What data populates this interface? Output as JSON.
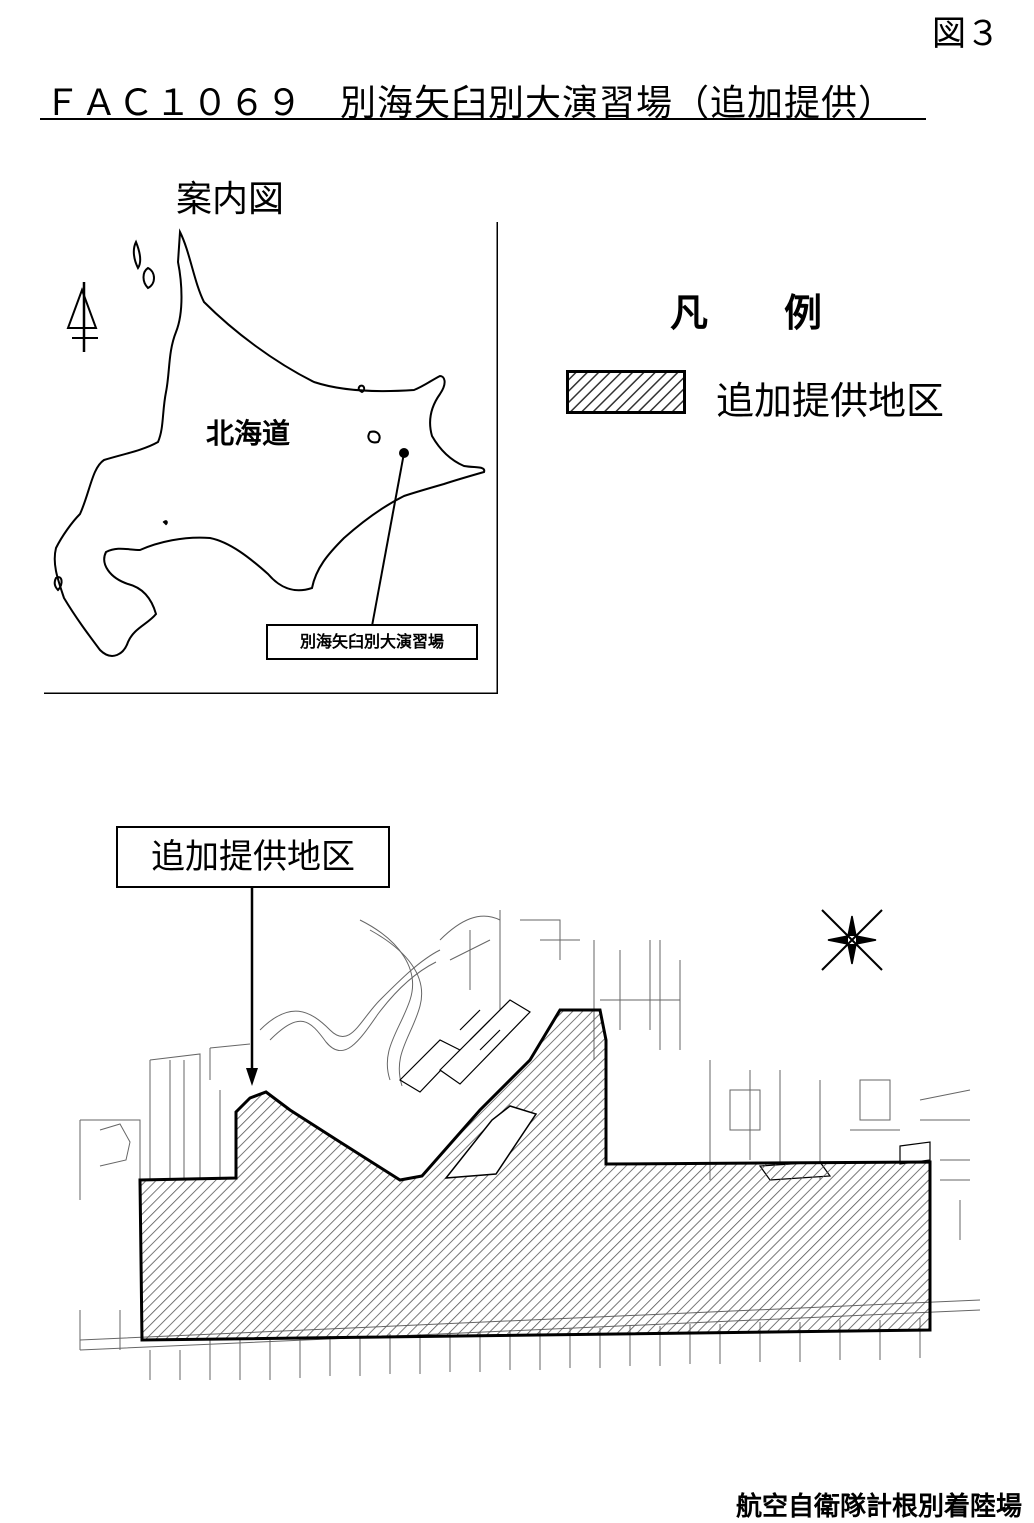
{
  "figure_number": "図３",
  "title": "ＦＡＣ１０６９　別海矢臼別大演習場（追加提供）",
  "guide_map": {
    "label": "案内図",
    "region_name": "北海道",
    "base_label": "別海矢臼別大演習場",
    "north_arrow_icon": "north-arrow-icon"
  },
  "legend": {
    "title": "凡　　例",
    "items": [
      {
        "label": "追加提供地区",
        "pattern": "diagonal-hatch"
      }
    ]
  },
  "detail_map": {
    "callout_label": "追加提供地区",
    "compass_icon": "compass-rose-icon",
    "hatch_color": "#555555"
  },
  "footer": {
    "facility_name": "航空自衛隊計根別着陸場"
  }
}
